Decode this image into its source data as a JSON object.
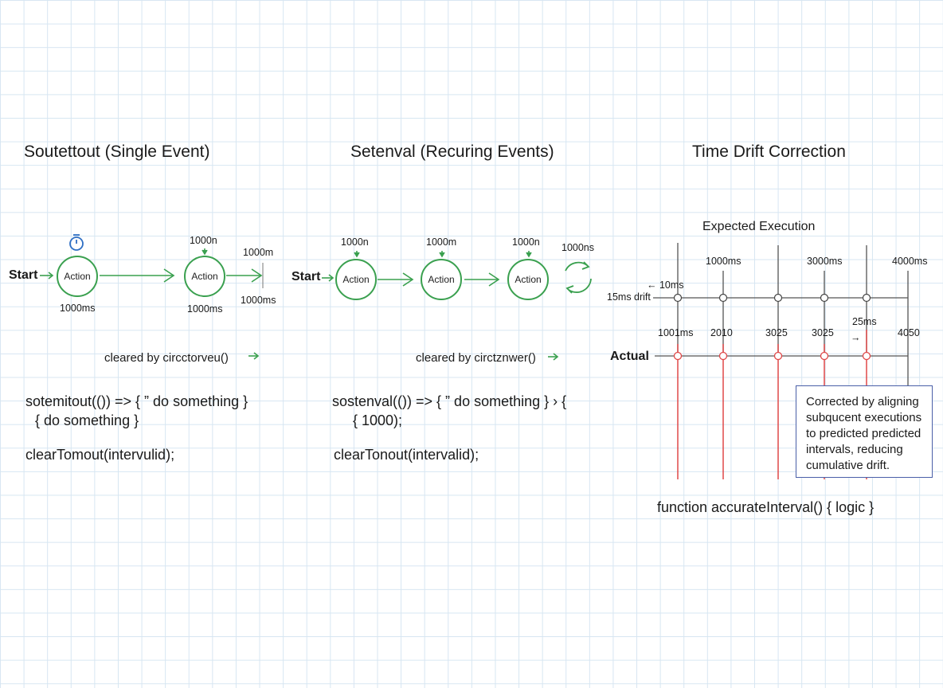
{
  "sections": {
    "settimeout": {
      "title": "Soutettout (Single Event)",
      "start_label": "Start",
      "node_label": "Action",
      "top_label_1": "1000n",
      "top_label_end": "1000m",
      "bottom_label_1": "1000ms",
      "bottom_label_2": "1000ms",
      "bottom_label_end": "1000ms",
      "cleared_text": "cleared by circctorveu()",
      "code_line_1": "sotemitout(()) => { ” do something }",
      "code_line_2": "{ do something }",
      "code_line_3": "clearTomout(intervulid);"
    },
    "setinterval": {
      "title": "Setenval (Recuring Events)",
      "start_label": "Start",
      "node_label": "Action",
      "top_labels": [
        "1000n",
        "1000m",
        "1000n",
        "1000ns"
      ],
      "cleared_text": "cleared by circtznwer()",
      "code_line_1": "sostenval(()) => { ” do something } › {",
      "code_line_2": "{ 1000);",
      "code_line_3": "clearTonout(intervalid);"
    },
    "drift": {
      "title": "Time Drift Correction",
      "expected_label": "Expected Execution",
      "expected_ticks": [
        "1000ms",
        "3000ms",
        "4000ms"
      ],
      "drift_note_1": "← 10ms",
      "drift_note_2": "15ms drift",
      "actual_label": "Actual",
      "actual_ticks": [
        "1001ms",
        "2010",
        "3025",
        "3025",
        "4050"
      ],
      "drift_note_3": "25ms",
      "drift_arrow": "→",
      "correction_lines": [
        "Corrected by aligning",
        "subqucent executions",
        "to predicted predicted",
        "intervals, reducing",
        "cumulative drift."
      ],
      "function_text": "function accurateInterval() { logic }"
    }
  },
  "colors": {
    "green": "#3aa04f",
    "red": "#e04848",
    "blue": "#2f6fc4",
    "grid": "#d7e6f2",
    "box_border": "#4a5fa8"
  },
  "icons": [
    "stopwatch-icon",
    "loop-arrows-icon",
    "arrow-right-icon"
  ]
}
